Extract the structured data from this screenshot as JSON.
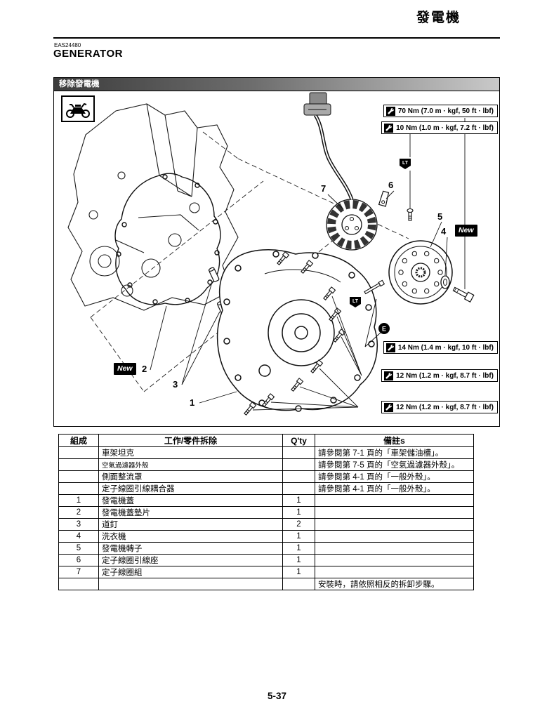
{
  "page": {
    "header_title": "發電機",
    "eas_code": "EAS24480",
    "section_title": "GENERATOR",
    "page_number": "5-37"
  },
  "diagram": {
    "title": "移除發電機",
    "new_badge": "New",
    "torque_labels": {
      "t70": "70 Nm (7.0 m · kgf, 50 ft · lbf)",
      "t10": "10 Nm (1.0 m · kgf, 7.2 ft · lbf)",
      "t14": "14 Nm (1.4 m · kgf, 10 ft · lbf)",
      "t12a": "12 Nm (1.2 m · kgf, 8.7 ft · lbf)",
      "t12b": "12 Nm (1.2 m · kgf, 8.7 ft · lbf)"
    },
    "callouts": {
      "c1": "1",
      "c2": "2",
      "c3": "3",
      "c4": "4",
      "c5": "5",
      "c6": "6",
      "c7": "7"
    },
    "symbols": {
      "lt": "LT",
      "e": "E"
    }
  },
  "table": {
    "headers": [
      "組成",
      "工作/零件拆除",
      "Q'ty",
      "備註s"
    ],
    "rows": [
      {
        "order": "",
        "job": "車架坦克",
        "qty": "",
        "remarks": "請參閱第 7-1 頁的「車架儲油槽」。"
      },
      {
        "order": "",
        "job": "空氣過濾器外殼",
        "qty": "",
        "remarks": "請參閱第 7-5 頁的「空氣過濾器外殼」。"
      },
      {
        "order": "",
        "job": "側面整流罩",
        "qty": "",
        "remarks": "請參閱第 4-1 頁的「一般外殼」。"
      },
      {
        "order": "",
        "job": "定子線圈引線耦合器",
        "qty": "",
        "remarks": "請參閱第 4-1 頁的「一般外殼」。"
      },
      {
        "order": "1",
        "job": "發電機蓋",
        "qty": "1",
        "remarks": ""
      },
      {
        "order": "2",
        "job": "發電機蓋墊片",
        "qty": "1",
        "remarks": ""
      },
      {
        "order": "3",
        "job": "道釘",
        "qty": "2",
        "remarks": ""
      },
      {
        "order": "4",
        "job": "洗衣機",
        "qty": "1",
        "remarks": ""
      },
      {
        "order": "5",
        "job": "發電機轉子",
        "qty": "1",
        "remarks": ""
      },
      {
        "order": "6",
        "job": "定子線圈引線座",
        "qty": "1",
        "remarks": ""
      },
      {
        "order": "7",
        "job": "定子線圈組",
        "qty": "1",
        "remarks": ""
      },
      {
        "order": "",
        "job": "",
        "qty": "",
        "remarks": "安裝時，請依照相反的拆卸步驟。"
      }
    ]
  }
}
